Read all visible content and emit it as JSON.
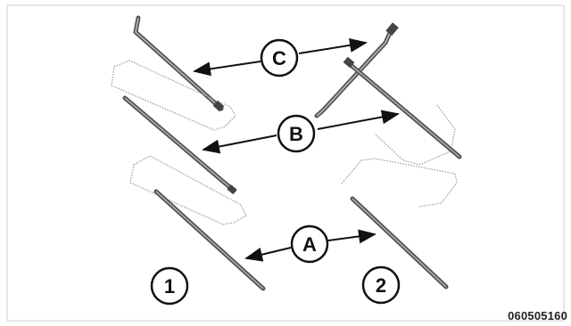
{
  "callouts": {
    "a": "A",
    "b": "B",
    "c": "C",
    "one": "1",
    "two": "2"
  },
  "figure_code": "060505160"
}
